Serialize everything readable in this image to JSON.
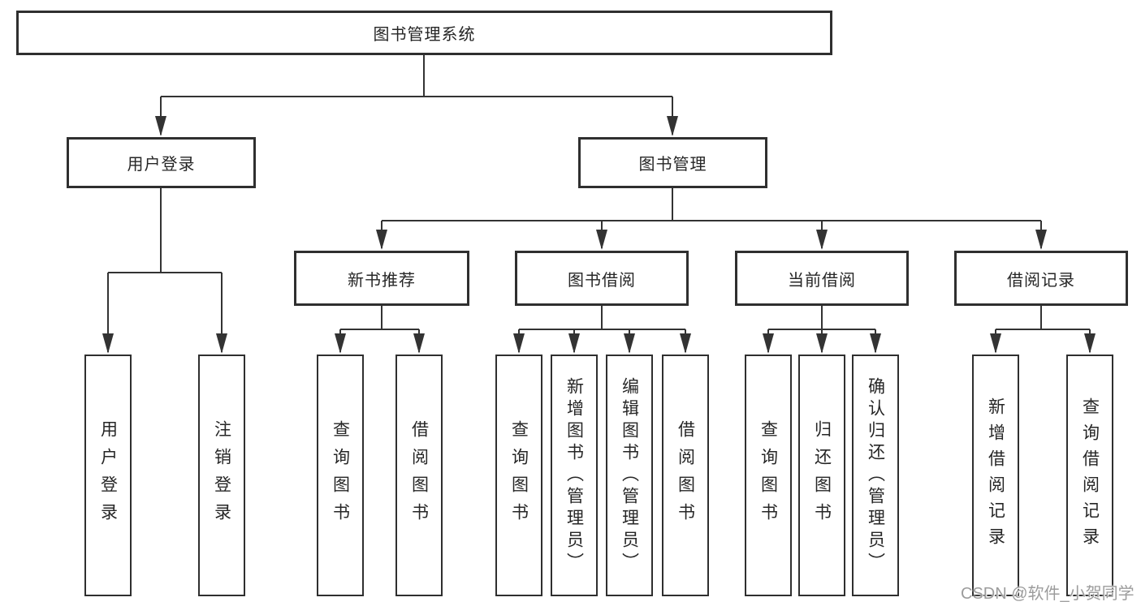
{
  "diagram": {
    "type": "hierarchy-tree",
    "tree": {
      "root": {
        "label": "图书管理系统"
      },
      "branches": [
        {
          "label": "用户登录",
          "children": [
            {
              "label": "用户登录"
            },
            {
              "label": "注销登录"
            }
          ]
        },
        {
          "label": "图书管理",
          "children": [
            {
              "label": "新书推荐",
              "children": [
                {
                  "label": "查询图书"
                },
                {
                  "label": "借阅图书"
                }
              ]
            },
            {
              "label": "图书借阅",
              "children": [
                {
                  "label": "查询图书"
                },
                {
                  "label": "新增图书（管理员）"
                },
                {
                  "label": "编辑图书（管理员）"
                },
                {
                  "label": "借阅图书"
                }
              ]
            },
            {
              "label": "当前借阅",
              "children": [
                {
                  "label": "查询图书"
                },
                {
                  "label": "归还图书"
                },
                {
                  "label": "确认归还（管理员）"
                }
              ]
            },
            {
              "label": "借阅记录",
              "children": [
                {
                  "label": "新增借阅记录"
                },
                {
                  "label": "查询借阅记录"
                }
              ]
            }
          ]
        }
      ]
    },
    "colors": {
      "line": "#333333",
      "box_border": "#2f2f2f",
      "box_fill": "#ffffff",
      "text": "#262626",
      "watermark": "#9c9c9c",
      "background": "#ffffff"
    }
  },
  "watermark": {
    "text": "CSDN @软件_小贺同学"
  }
}
